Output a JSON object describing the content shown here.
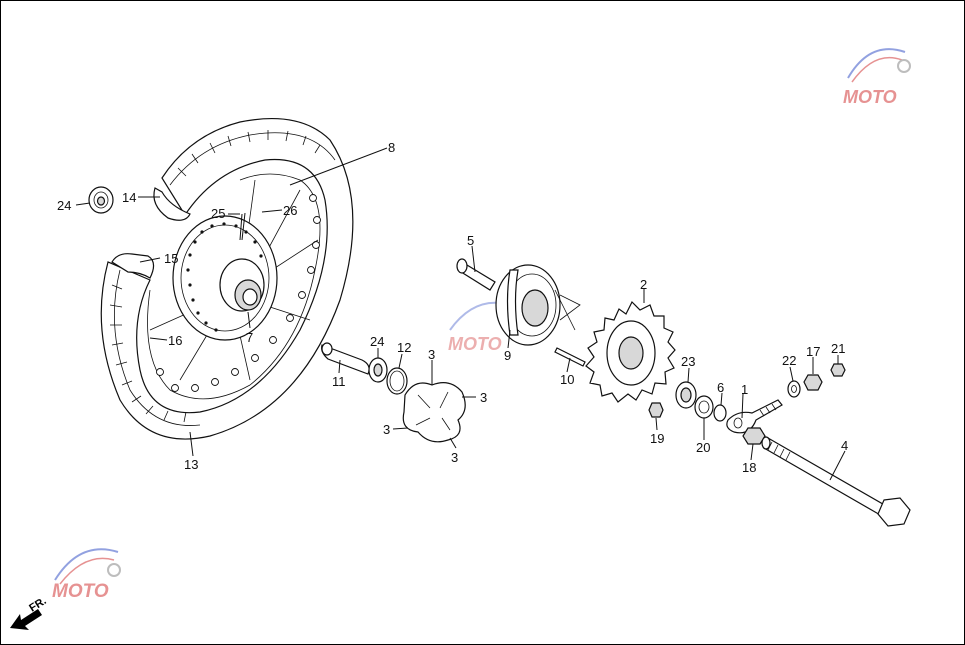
{
  "callouts": {
    "c1": "1",
    "c2": "2",
    "c3a": "3",
    "c3b": "3",
    "c3c": "3",
    "c3d": "3",
    "c4": "4",
    "c5": "5",
    "c6": "6",
    "c7": "7",
    "c8": "8",
    "c9": "9",
    "c10": "10",
    "c11": "11",
    "c12": "12",
    "c13": "13",
    "c14": "14",
    "c15": "15",
    "c16": "16",
    "c17": "17",
    "c18": "18",
    "c19": "19",
    "c20": "20",
    "c21": "21",
    "c22": "22",
    "c23": "23",
    "c24a": "24",
    "c24b": "24",
    "c25": "25",
    "c26": "26"
  },
  "direction_label": "FR.",
  "watermark": {
    "text": "MOTO",
    "colors": [
      "#d23a3a",
      "#3a55c8",
      "#888888"
    ]
  }
}
